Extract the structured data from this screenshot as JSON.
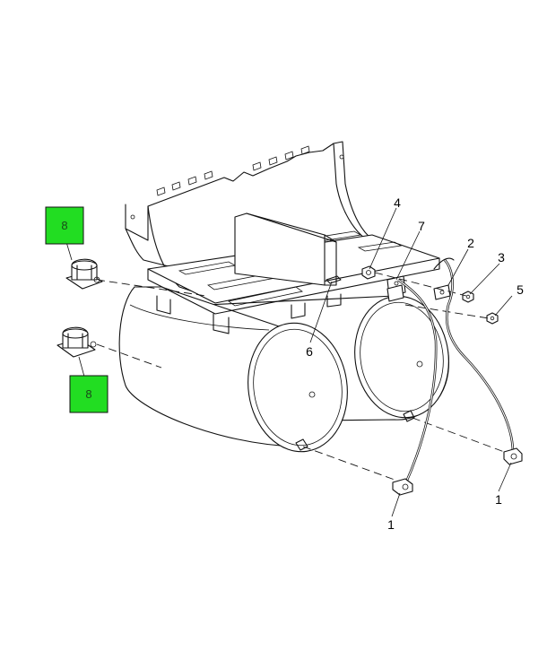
{
  "callouts": {
    "c1a": "1",
    "c1b": "1",
    "c2": "2",
    "c3": "3",
    "c4": "4",
    "c5": "5",
    "c6": "6",
    "c7": "7"
  },
  "highlights": {
    "h8a": "8",
    "h8b": "8"
  },
  "colors": {
    "highlight": "#22dd22",
    "line": "#111111"
  }
}
